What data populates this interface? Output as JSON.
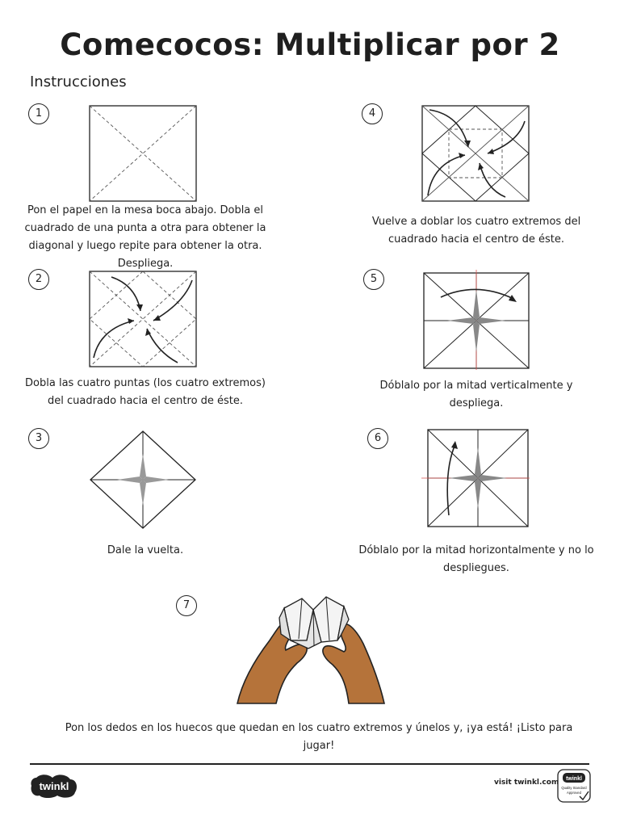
{
  "title": "Comecocos: Multiplicar por 2",
  "subtitle": "Instrucciones",
  "steps": [
    {
      "number": "1",
      "caption": "Pon el papel en la mesa boca abajo. Dobla el cuadrado de una punta a otra para obtener la diagonal y luego repite para obtener la otra. Despliega."
    },
    {
      "number": "2",
      "caption": "Dobla las cuatro puntas (los cuatro extremos) del cuadrado hacia el centro de éste."
    },
    {
      "number": "3",
      "caption": "Dale la vuelta."
    },
    {
      "number": "4",
      "caption": "Vuelve a doblar los cuatro extremos del cuadrado hacia el centro de éste."
    },
    {
      "number": "5",
      "caption": "Dóblalo por la mitad verticalmente y despliega."
    },
    {
      "number": "6",
      "caption": "Dóblalo por la mitad horizontalmente y no lo despliegues."
    },
    {
      "number": "7",
      "caption": "Pon los dedos en los huecos que quedan en los cuatro extremos y únelos y, ¡ya está! ¡Listo para jugar!"
    }
  ],
  "footer": {
    "logo_text": "twinkl",
    "visit_text": "visit twinkl.com",
    "badge_brand": "twinkl",
    "badge_line1": "Quality Standard",
    "badge_line2": "Approved"
  },
  "colors": {
    "ink": "#222222",
    "logo_bg": "#222222",
    "hand_skin": "#b5733a",
    "fold_accent": "#d9534f"
  }
}
